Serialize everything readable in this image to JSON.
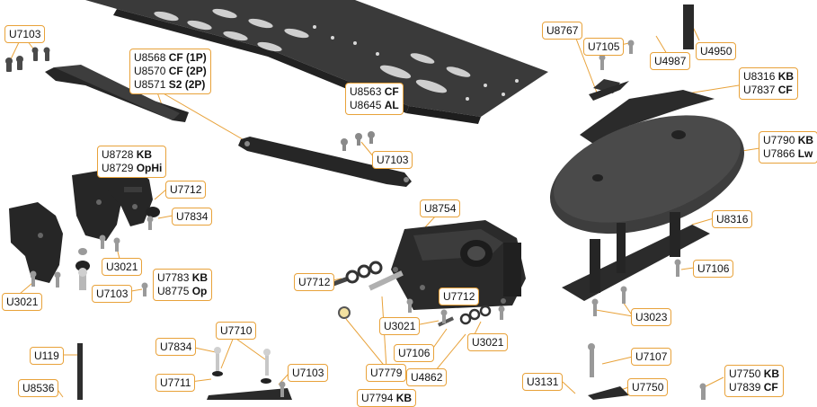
{
  "labels": {
    "U7103_a": "U7103",
    "U8568": "U8568",
    "U8568_suffix": "CF (1P)",
    "U8570": "U8570",
    "U8570_suffix": "CF (2P)",
    "U8571": "U8571",
    "U8571_suffix": "S2 (2P)",
    "U8563": "U8563",
    "U8563_suffix": "CF",
    "U8645": "U8645",
    "U8645_suffix": "AL",
    "U7103_b": "U7103",
    "U8728": "U8728",
    "U8728_suffix": "KB",
    "U8729": "U8729",
    "U8729_suffix": "OpHi",
    "U7712_a": "U7712",
    "U7834_a": "U7834",
    "U3021_a": "U3021",
    "U3021_b": "U3021",
    "U7103_c": "U7103",
    "U7783": "U7783",
    "U7783_suffix": "KB",
    "U8775": "U8775",
    "U8775_suffix": "Op",
    "U8767": "U8767",
    "U7105": "U7105",
    "U4987": "U4987",
    "U4950": "U4950",
    "U8316_a": "U8316",
    "U8316_a_suffix": "KB",
    "U7837": "U7837",
    "U7837_suffix": "CF",
    "U7790": "U7790",
    "U7790_suffix": "KB",
    "U7866": "U7866",
    "U7866_suffix": "Lw",
    "U8316_b": "U8316",
    "U7106_a": "U7106",
    "U3023": "U3023",
    "U8754": "U8754",
    "U7712_b": "U7712",
    "U7712_c": "U7712",
    "U3021_c": "U3021",
    "U3021_d": "U3021",
    "U7106_b": "U7106",
    "U4862": "U4862",
    "U7779": "U7779",
    "U7794": "U7794",
    "U7794_suffix": "KB",
    "U119": "U119",
    "U8536": "U8536",
    "U7834_b": "U7834",
    "U7710": "U7710",
    "U7711": "U7711",
    "U7103_d": "U7103",
    "U3131": "U3131",
    "U7750_a": "U7750",
    "U7107": "U7107",
    "U7750_b": "U7750",
    "U7750_b_suffix": "KB",
    "U7839": "U7839",
    "U7839_suffix": "CF"
  },
  "colors": {
    "callout_border": "#e8a23a",
    "leader_line": "#e8a23a",
    "part_dark": "#2b2b2b",
    "part_mid": "#3c3c3c",
    "part_light": "#9a9a9a"
  }
}
